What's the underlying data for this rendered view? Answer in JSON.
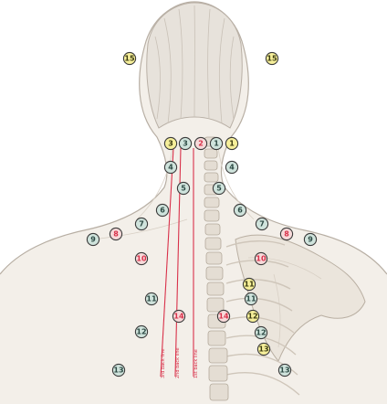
{
  "colors": {
    "teal_fill": "#cfe3dc",
    "teal_text": "#2c4a44",
    "yellow_fill": "#f6ef9a",
    "yellow_text": "#3a3a10",
    "pink_fill": "#f7dada",
    "pink_text": "#d9314a",
    "back_line": "#d9314a"
  },
  "back_lines": [
    {
      "label": "3rd back line"
    },
    {
      "label": "2nd back line"
    },
    {
      "label": "1st back line"
    }
  ],
  "points": [
    {
      "label": "15",
      "style": "yellow"
    },
    {
      "label": "15",
      "style": "yellow"
    },
    {
      "label": "3",
      "style": "yellow"
    },
    {
      "label": "3",
      "style": "teal"
    },
    {
      "label": "2",
      "style": "pink"
    },
    {
      "label": "1",
      "style": "teal"
    },
    {
      "label": "1",
      "style": "yellow"
    },
    {
      "label": "4",
      "style": "teal"
    },
    {
      "label": "4",
      "style": "teal"
    },
    {
      "label": "5",
      "style": "teal"
    },
    {
      "label": "5",
      "style": "teal"
    },
    {
      "label": "6",
      "style": "teal"
    },
    {
      "label": "6",
      "style": "teal"
    },
    {
      "label": "7",
      "style": "teal"
    },
    {
      "label": "7",
      "style": "teal"
    },
    {
      "label": "8",
      "style": "pink"
    },
    {
      "label": "8",
      "style": "pink"
    },
    {
      "label": "9",
      "style": "teal"
    },
    {
      "label": "9",
      "style": "teal"
    },
    {
      "label": "10",
      "style": "pink"
    },
    {
      "label": "10",
      "style": "pink"
    },
    {
      "label": "11",
      "style": "teal"
    },
    {
      "label": "11",
      "style": "yellow"
    },
    {
      "label": "11",
      "style": "teal"
    },
    {
      "label": "12",
      "style": "yellow"
    },
    {
      "label": "12",
      "style": "teal"
    },
    {
      "label": "12",
      "style": "teal"
    },
    {
      "label": "13",
      "style": "yellow"
    },
    {
      "label": "13",
      "style": "teal"
    },
    {
      "label": "13",
      "style": "teal"
    },
    {
      "label": "14",
      "style": "pink"
    },
    {
      "label": "14",
      "style": "pink"
    }
  ]
}
